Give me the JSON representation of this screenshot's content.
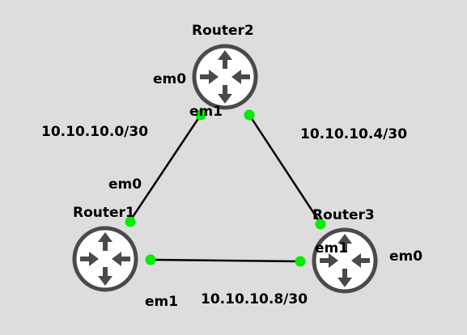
{
  "diagram": {
    "colors": {
      "background": "#dddddd",
      "router_body": "#ffffff",
      "router_outline": "#4a4a4a",
      "port": "#00ee00",
      "link": "#000000"
    },
    "routers": [
      {
        "id": "router1",
        "label": "Router1",
        "icon": "router-icon"
      },
      {
        "id": "router2",
        "label": "Router2",
        "icon": "router-icon"
      },
      {
        "id": "router3",
        "label": "Router3",
        "icon": "router-icon"
      }
    ],
    "links": [
      {
        "id": "link-r1-r2",
        "subnet": "10.10.10.0/30",
        "a": {
          "router": "Router1",
          "iface": "em0"
        },
        "b": {
          "router": "Router2",
          "iface": "em1"
        }
      },
      {
        "id": "link-r2-r3",
        "subnet": "10.10.10.4/30",
        "a": {
          "router": "Router2",
          "iface": ""
        },
        "b": {
          "router": "Router3",
          "iface": ""
        }
      },
      {
        "id": "link-r1-r3",
        "subnet": "10.10.10.8/30",
        "a": {
          "router": "Router1",
          "iface": "em1"
        },
        "b": {
          "router": "Router3",
          "iface": "em1"
        }
      }
    ],
    "interface_labels": {
      "router2_em0": "em0",
      "router2_em1": "em1",
      "router1_em0": "em0",
      "router1_em1": "em1",
      "router3_em1": "em1",
      "router3_em0": "em0"
    }
  }
}
